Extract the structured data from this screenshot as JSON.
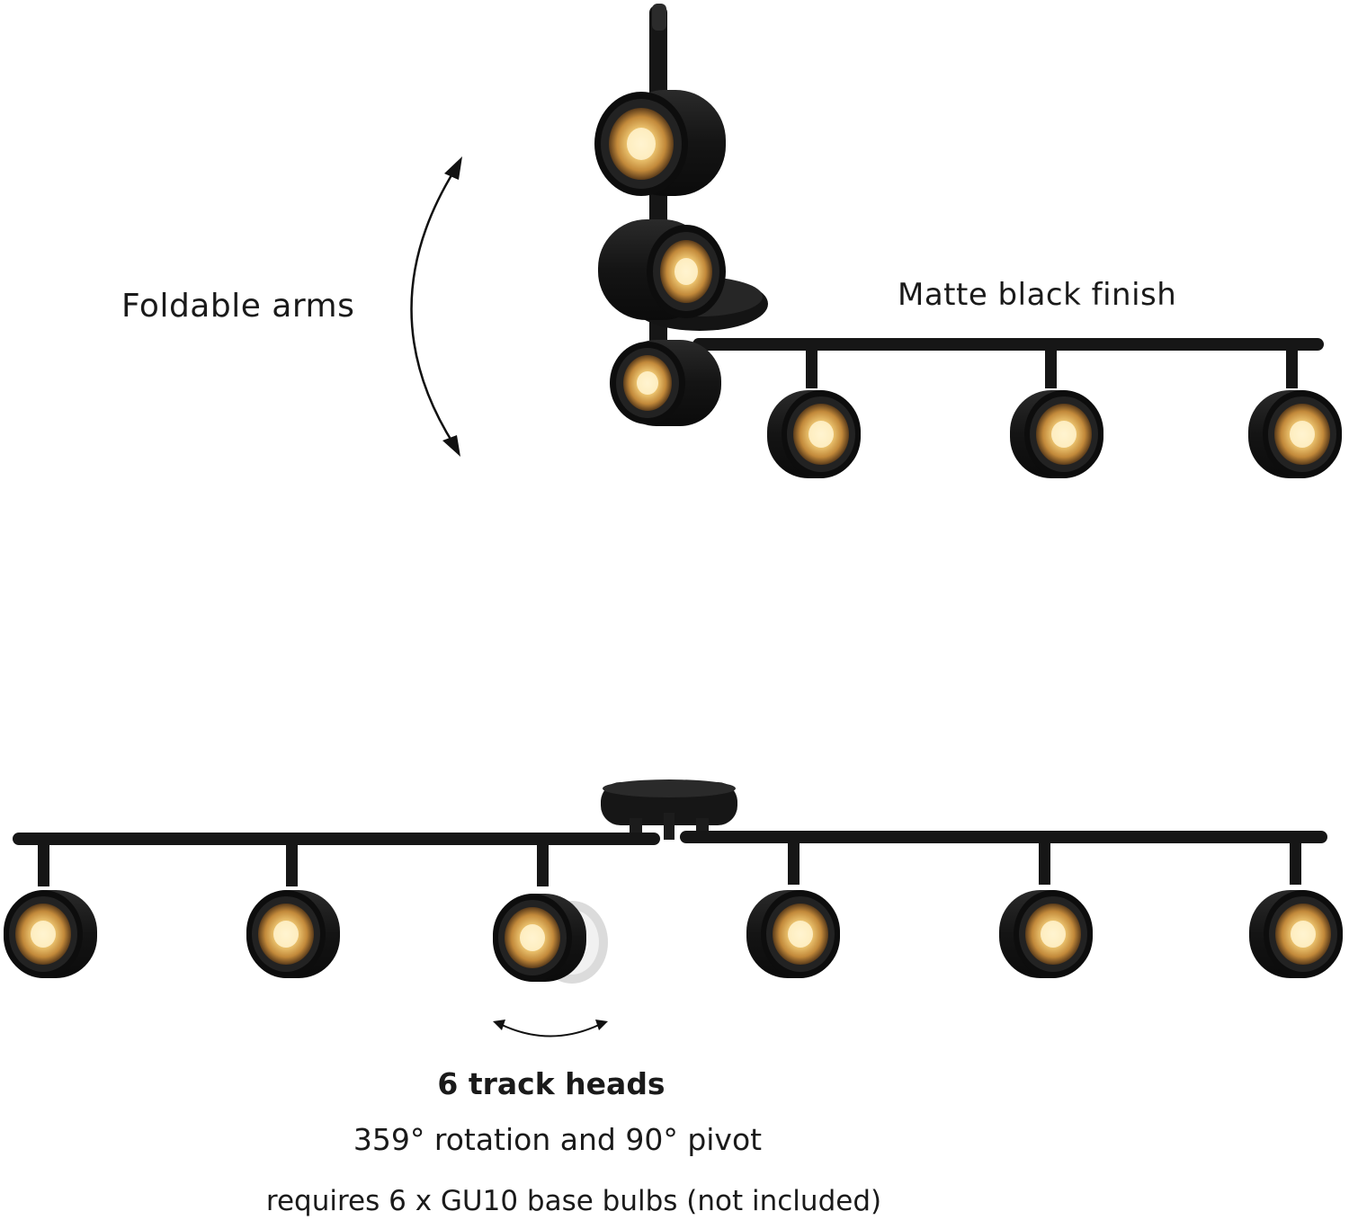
{
  "labels": {
    "foldable_arms": "Foldable arms",
    "matte_finish": "Matte black finish",
    "track_heads": "6 track heads",
    "rotation": "359° rotation and 90° pivot",
    "bulbs": "requires 6 x GU10 base bulbs (not included)"
  },
  "colors": {
    "fixture": "#161616",
    "bulb_glow": "#f2c770",
    "text": "#1a1a1a",
    "background": "#ffffff"
  },
  "icons": {
    "fold_arrow": "curved-double-arrow-icon",
    "rotate_arrow": "curved-double-arrow-icon"
  }
}
